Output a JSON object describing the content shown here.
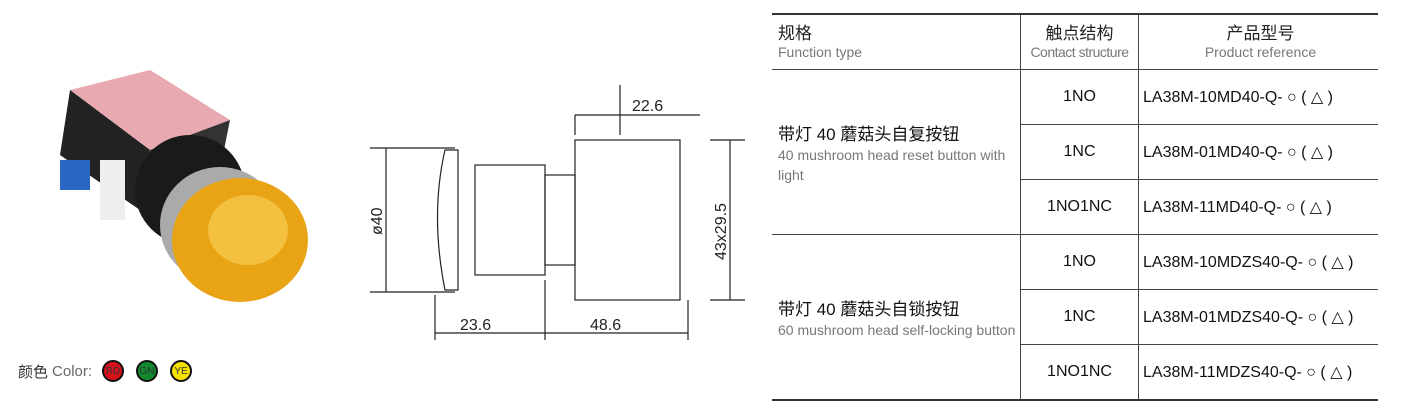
{
  "drawing": {
    "dims": [
      "22.6",
      "ø40",
      "43x29.5",
      "23.6",
      "48.6"
    ]
  },
  "colors": {
    "label_cn": "颜色",
    "label_en": "Color:",
    "items": [
      {
        "code": "RD",
        "hex": "#d8101a"
      },
      {
        "code": "GN",
        "hex": "#0f8a2c"
      },
      {
        "code": "YE",
        "hex": "#f5e000"
      }
    ]
  },
  "table": {
    "headers": [
      {
        "cn": "规格",
        "en": "Function type"
      },
      {
        "cn": "触点结构",
        "en": "Contact structure"
      },
      {
        "cn": "产品型号",
        "en": "Product reference"
      }
    ],
    "groups": [
      {
        "cn": "带灯 40 蘑菇头自复按钮",
        "en": "40 mushroom head reset button with light",
        "rows": [
          {
            "contact": "1NO",
            "ref": "LA38M-10MD40-Q- ○ ( △ )"
          },
          {
            "contact": "1NC",
            "ref": "LA38M-01MD40-Q- ○ ( △ )"
          },
          {
            "contact": "1NO1NC",
            "ref": "LA38M-11MD40-Q- ○ ( △ )"
          }
        ]
      },
      {
        "cn": "带灯 40 蘑菇头自锁按钮",
        "en": "60 mushroom head self-locking button",
        "rows": [
          {
            "contact": "1NO",
            "ref": "LA38M-10MDZS40-Q- ○ ( △ )"
          },
          {
            "contact": "1NC",
            "ref": "LA38M-01MDZS40-Q- ○ ( △ )"
          },
          {
            "contact": "1NO1NC",
            "ref": "LA38M-11MDZS40-Q- ○ ( △ )"
          }
        ]
      }
    ]
  }
}
